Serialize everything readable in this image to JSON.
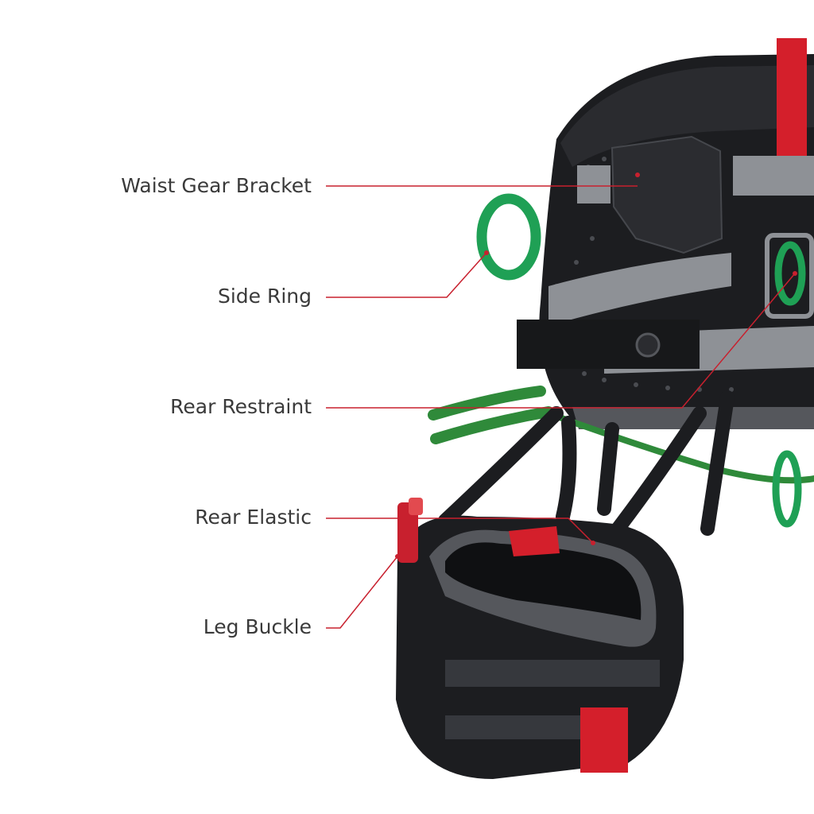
{
  "labels": {
    "waist_gear_bracket": "Waist Gear Bracket",
    "side_ring": "Side Ring",
    "rear_restraint": "Rear Restraint",
    "rear_elastic": "Rear Elastic",
    "leg_buckle": "Leg Buckle"
  },
  "colors": {
    "leader_line": "#c8202e",
    "harness_black": "#1c1d20",
    "harness_grey": "#55575c",
    "mesh": "#8e9196",
    "ring_green": "#1fa055",
    "strap_red": "#d41f2b",
    "rope_green": "#2f8a3a"
  }
}
